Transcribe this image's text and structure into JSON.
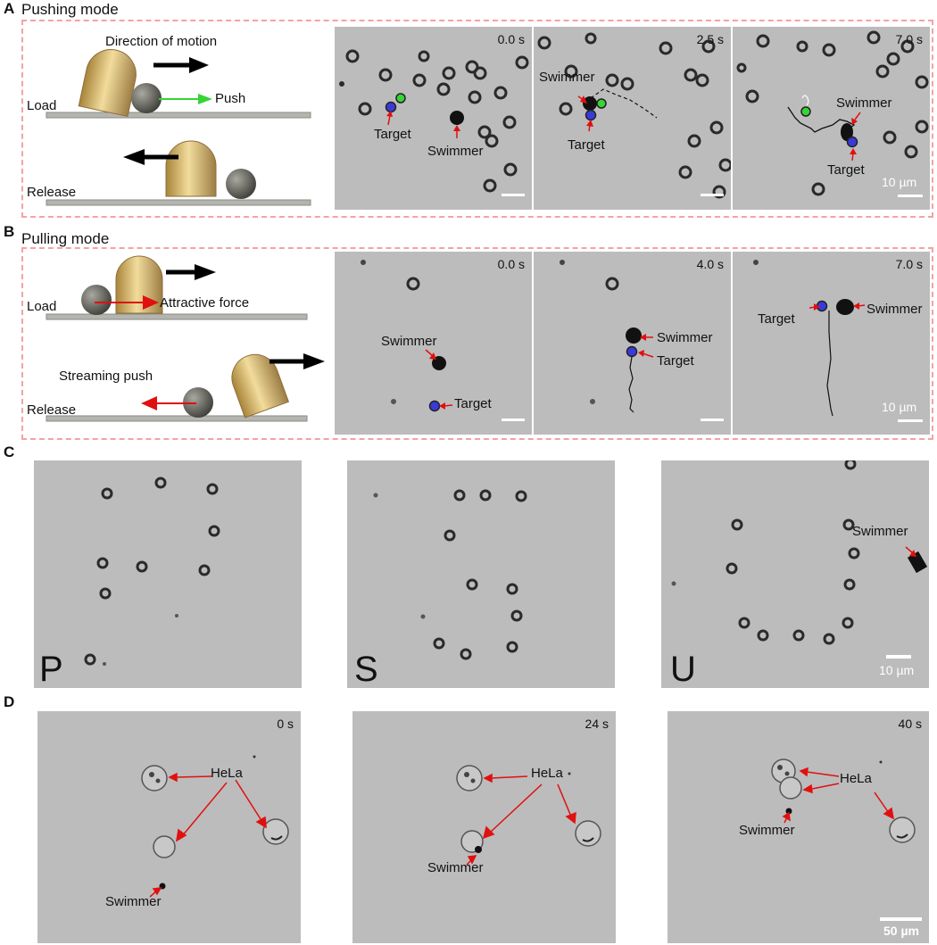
{
  "panelA": {
    "letter": "A",
    "title": "Pushing mode",
    "schematic": {
      "direction": "Direction of motion",
      "push": "Push",
      "load": "Load",
      "release": "Release"
    },
    "frames": [
      {
        "time": "0.0 s",
        "labels": [
          "Target",
          "Swimmer"
        ]
      },
      {
        "time": "2.5 s",
        "labels": [
          "Swimmer",
          "Target"
        ]
      },
      {
        "time": "7.0 s",
        "labels": [
          "Swimmer",
          "Target"
        ],
        "scale": "10 µm"
      }
    ]
  },
  "panelB": {
    "letter": "B",
    "title": "Pulling mode",
    "schematic": {
      "attractive": "Attractive force",
      "load": "Load",
      "streaming": "Streaming push",
      "release": "Release"
    },
    "frames": [
      {
        "time": "0.0 s",
        "labels": [
          "Swimmer",
          "Target"
        ]
      },
      {
        "time": "4.0 s",
        "labels": [
          "Swimmer",
          "Target"
        ]
      },
      {
        "time": "7.0 s",
        "labels": [
          "Target",
          "Swimmer"
        ],
        "scale": "10 µm"
      }
    ]
  },
  "panelC": {
    "letter": "C",
    "frames": [
      {
        "letter": "P"
      },
      {
        "letter": "S"
      },
      {
        "letter": "U",
        "swimmer": "Swimmer",
        "scale": "10 µm"
      }
    ]
  },
  "panelD": {
    "letter": "D",
    "frames": [
      {
        "time": "0 s",
        "cell": "HeLa",
        "swimmer": "Swimmer"
      },
      {
        "time": "24 s",
        "cell": "HeLa",
        "swimmer": "Swimmer"
      },
      {
        "time": "40 s",
        "cell": "HeLa",
        "swimmer": "Swimmer",
        "scale": "50 µm"
      }
    ]
  },
  "colors": {
    "dash": "#f3a3a3",
    "arrow_red": "#e01010",
    "target_blue": "#3a3ad8",
    "green": "#36d436",
    "gold": "#c9a85a"
  }
}
